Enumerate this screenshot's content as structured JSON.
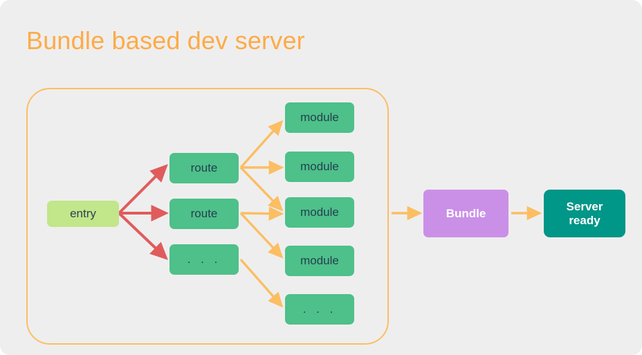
{
  "slide": {
    "title": "Bundle based dev server",
    "background_color": "#efeeee",
    "title_color": "#fcab48"
  },
  "palette": {
    "entry_fill": "#c2e68a",
    "node_fill": "#4ec08a",
    "bundle_fill": "#ca90e8",
    "server_fill": "#009688",
    "red_arrow": "#e05c5c",
    "orange_arrow": "#fbbe63",
    "frame_border": "#fbbe63",
    "dark_text": "#24414f",
    "light_text": "#ffffff"
  },
  "diagram": {
    "frame_label": "bundle-graph-group",
    "entry": {
      "label": "entry"
    },
    "routes": [
      {
        "label": "route"
      },
      {
        "label": "route"
      },
      {
        "label": ". . ."
      }
    ],
    "modules": [
      {
        "label": "module"
      },
      {
        "label": "module"
      },
      {
        "label": "module"
      },
      {
        "label": "module"
      },
      {
        "label": ". . ."
      }
    ],
    "bundle": {
      "label": "Bundle"
    },
    "server": {
      "label": "Server\nready",
      "line1": "Server",
      "line2": "ready"
    },
    "edges": [
      {
        "from": "entry",
        "to": "route-1",
        "color": "#e05c5c"
      },
      {
        "from": "entry",
        "to": "route-2",
        "color": "#e05c5c"
      },
      {
        "from": "entry",
        "to": "route-3",
        "color": "#e05c5c"
      },
      {
        "from": "route-1",
        "to": "module-1",
        "color": "#fbbe63"
      },
      {
        "from": "route-1",
        "to": "module-2",
        "color": "#fbbe63"
      },
      {
        "from": "route-1",
        "to": "module-3",
        "color": "#fbbe63"
      },
      {
        "from": "route-2",
        "to": "module-3",
        "color": "#fbbe63"
      },
      {
        "from": "route-2",
        "to": "module-4",
        "color": "#fbbe63"
      },
      {
        "from": "route-3",
        "to": "module-5",
        "color": "#fbbe63"
      },
      {
        "from": "group",
        "to": "bundle",
        "color": "#fbbe63"
      },
      {
        "from": "bundle",
        "to": "server",
        "color": "#fbbe63"
      }
    ]
  }
}
